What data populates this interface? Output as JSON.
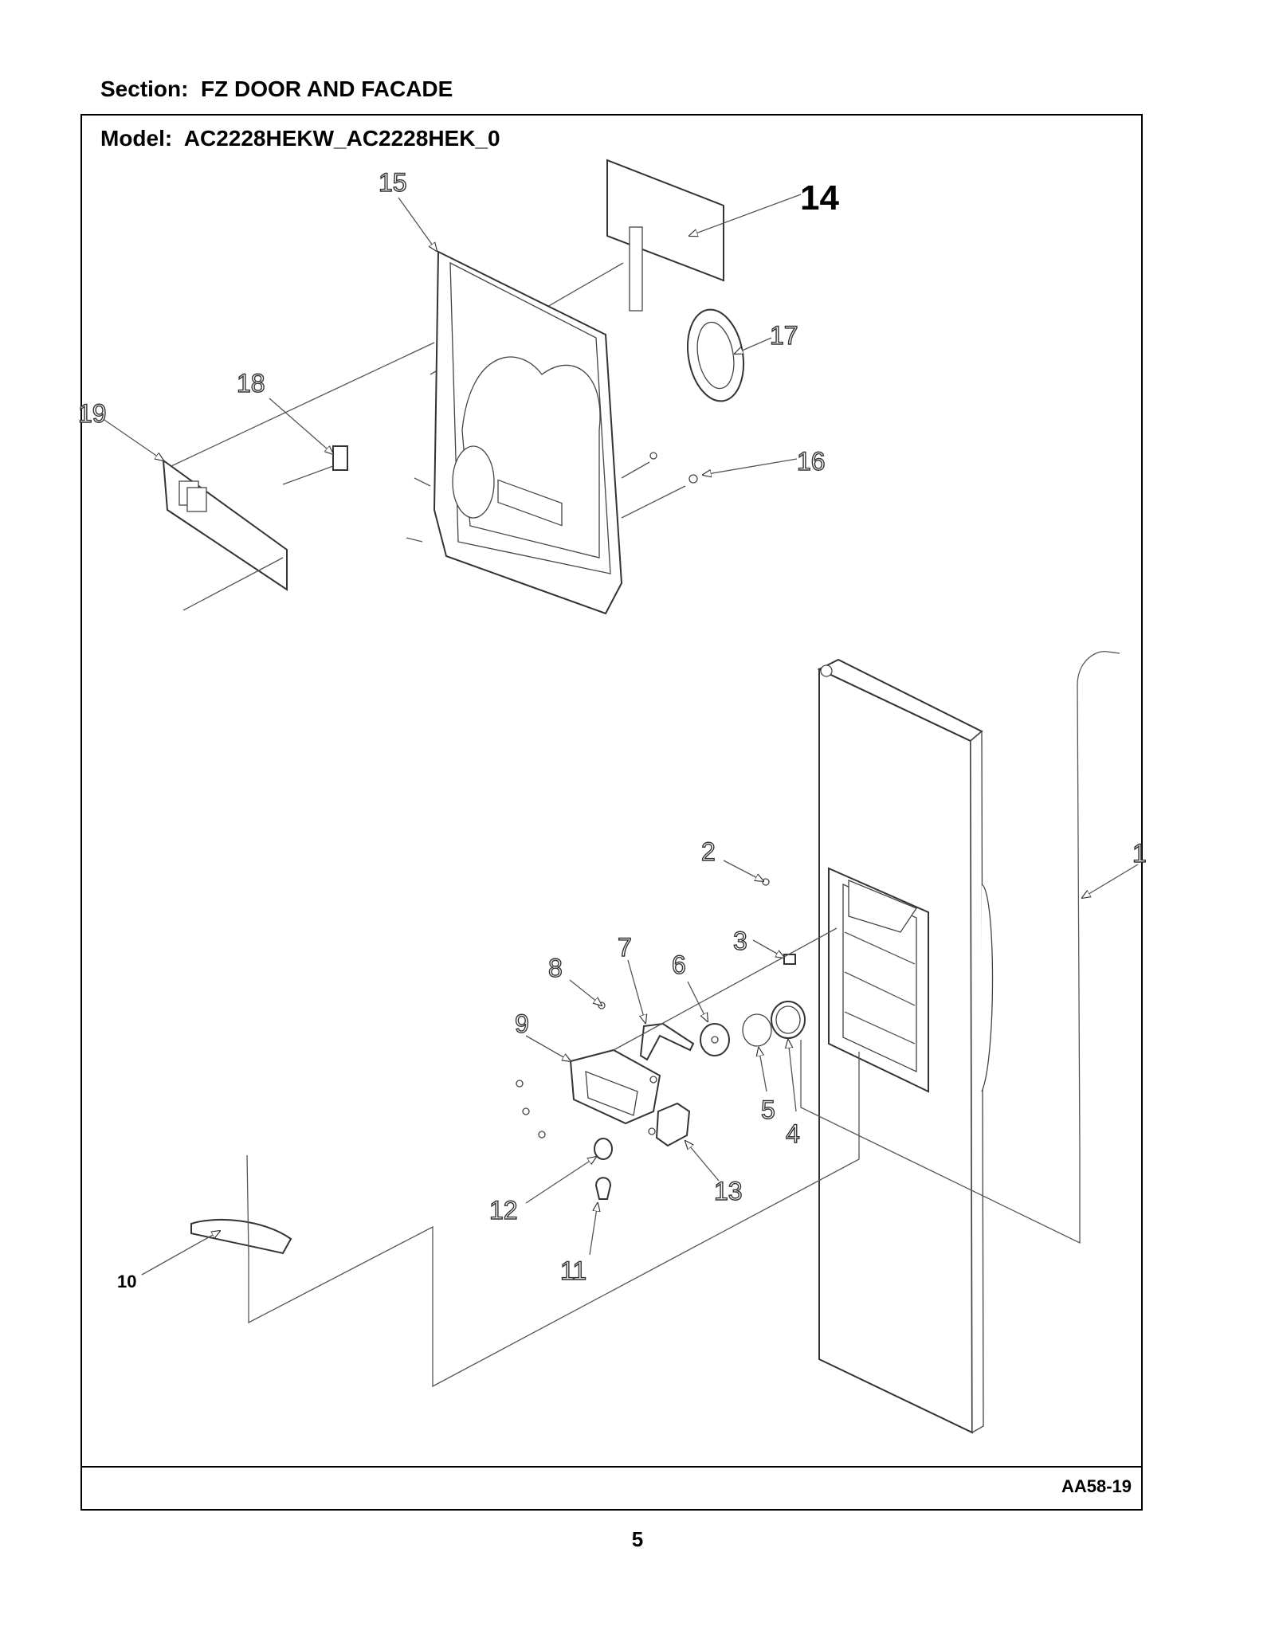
{
  "section": {
    "label": "Section:",
    "name": "FZ DOOR AND FACADE"
  },
  "model": {
    "label": "Model:",
    "name": "AC2228HEKW_AC2228HEK_0"
  },
  "figure_code": "AA58-19",
  "page_number": "5",
  "callouts": {
    "c1": "1",
    "c2": "2",
    "c3": "3",
    "c4": "4",
    "c5": "5",
    "c6": "6",
    "c7": "7",
    "c8": "8",
    "c9": "9",
    "c10": "10",
    "c11": "11",
    "c12": "12",
    "c13": "13",
    "c14": "14",
    "c15": "15",
    "c16": "16",
    "c17": "17",
    "c18": "18",
    "c19": "19"
  }
}
